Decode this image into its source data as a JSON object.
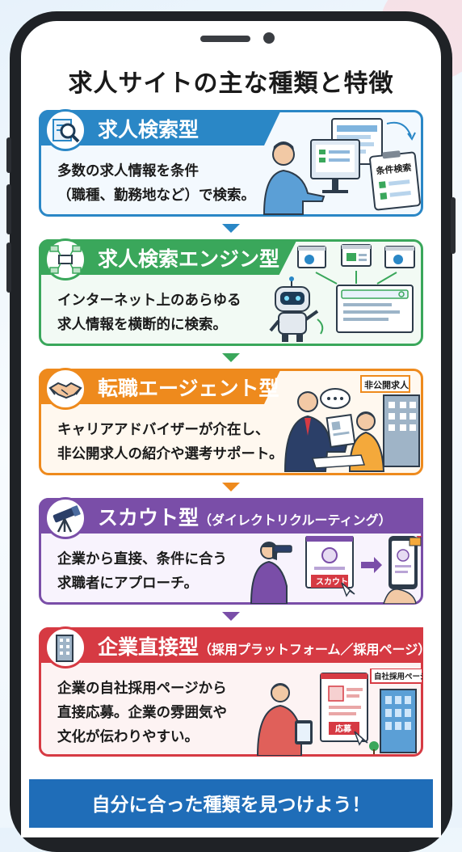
{
  "title": "求人サイトの主な種類と特徴",
  "cards": [
    {
      "label": "求人検索型",
      "sublabel": "",
      "desc": [
        "多数の求人情報を条件",
        "（職種、勤務地など）で検索。"
      ],
      "tag": "条件検索",
      "color": "#2a87c6"
    },
    {
      "label": "求人検索エンジン型",
      "sublabel": "",
      "desc": [
        "インターネット上のあらゆる",
        "求人情報を横断的に検索。"
      ],
      "tag": "",
      "color": "#3aa75b"
    },
    {
      "label": "転職エージェント型",
      "sublabel": "",
      "desc": [
        "キャリアアドバイザーが介在し、",
        "非公開求人の紹介や選考サポート。"
      ],
      "tag": "非公開求人",
      "color": "#ee8a1d"
    },
    {
      "label": "スカウト型",
      "sublabel": "（ダイレクトリクルーティング）",
      "desc": [
        "企業から直接、条件に合う",
        "求職者にアプローチ。"
      ],
      "tag": "スカウト",
      "color": "#7a4ea8"
    },
    {
      "label": "企業直接型",
      "sublabel": "（採用プラットフォーム／採用ページ）",
      "desc": [
        "企業の自社採用ページから",
        "直接応募。企業の雰囲気や",
        "文化が伝わりやすい。"
      ],
      "tag": "自社採用ページ",
      "tag2": "応募",
      "color": "#d63a43"
    }
  ],
  "cta": "自分に合った種類を見つけよう！",
  "colors": {
    "phone": "#1f2226",
    "cta": "#1f6db8"
  }
}
